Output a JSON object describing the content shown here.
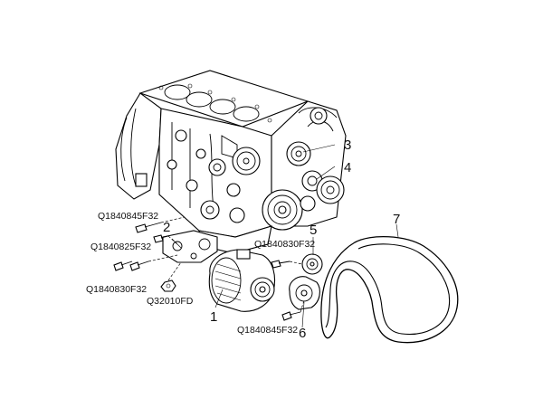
{
  "callouts": {
    "c1": "1",
    "c2": "2",
    "c3": "3",
    "c4": "4",
    "c5": "5",
    "c6": "6",
    "c7": "7"
  },
  "part_numbers": {
    "bolt_top_left": "Q1840845F32",
    "bolt_mid_left": "Q1840825F32",
    "bolt_low_left": "Q1840830F32",
    "nut": "Q32010FD",
    "bolt_tensioner": "Q1840830F32",
    "bolt_bottom": "Q1840845F32"
  }
}
